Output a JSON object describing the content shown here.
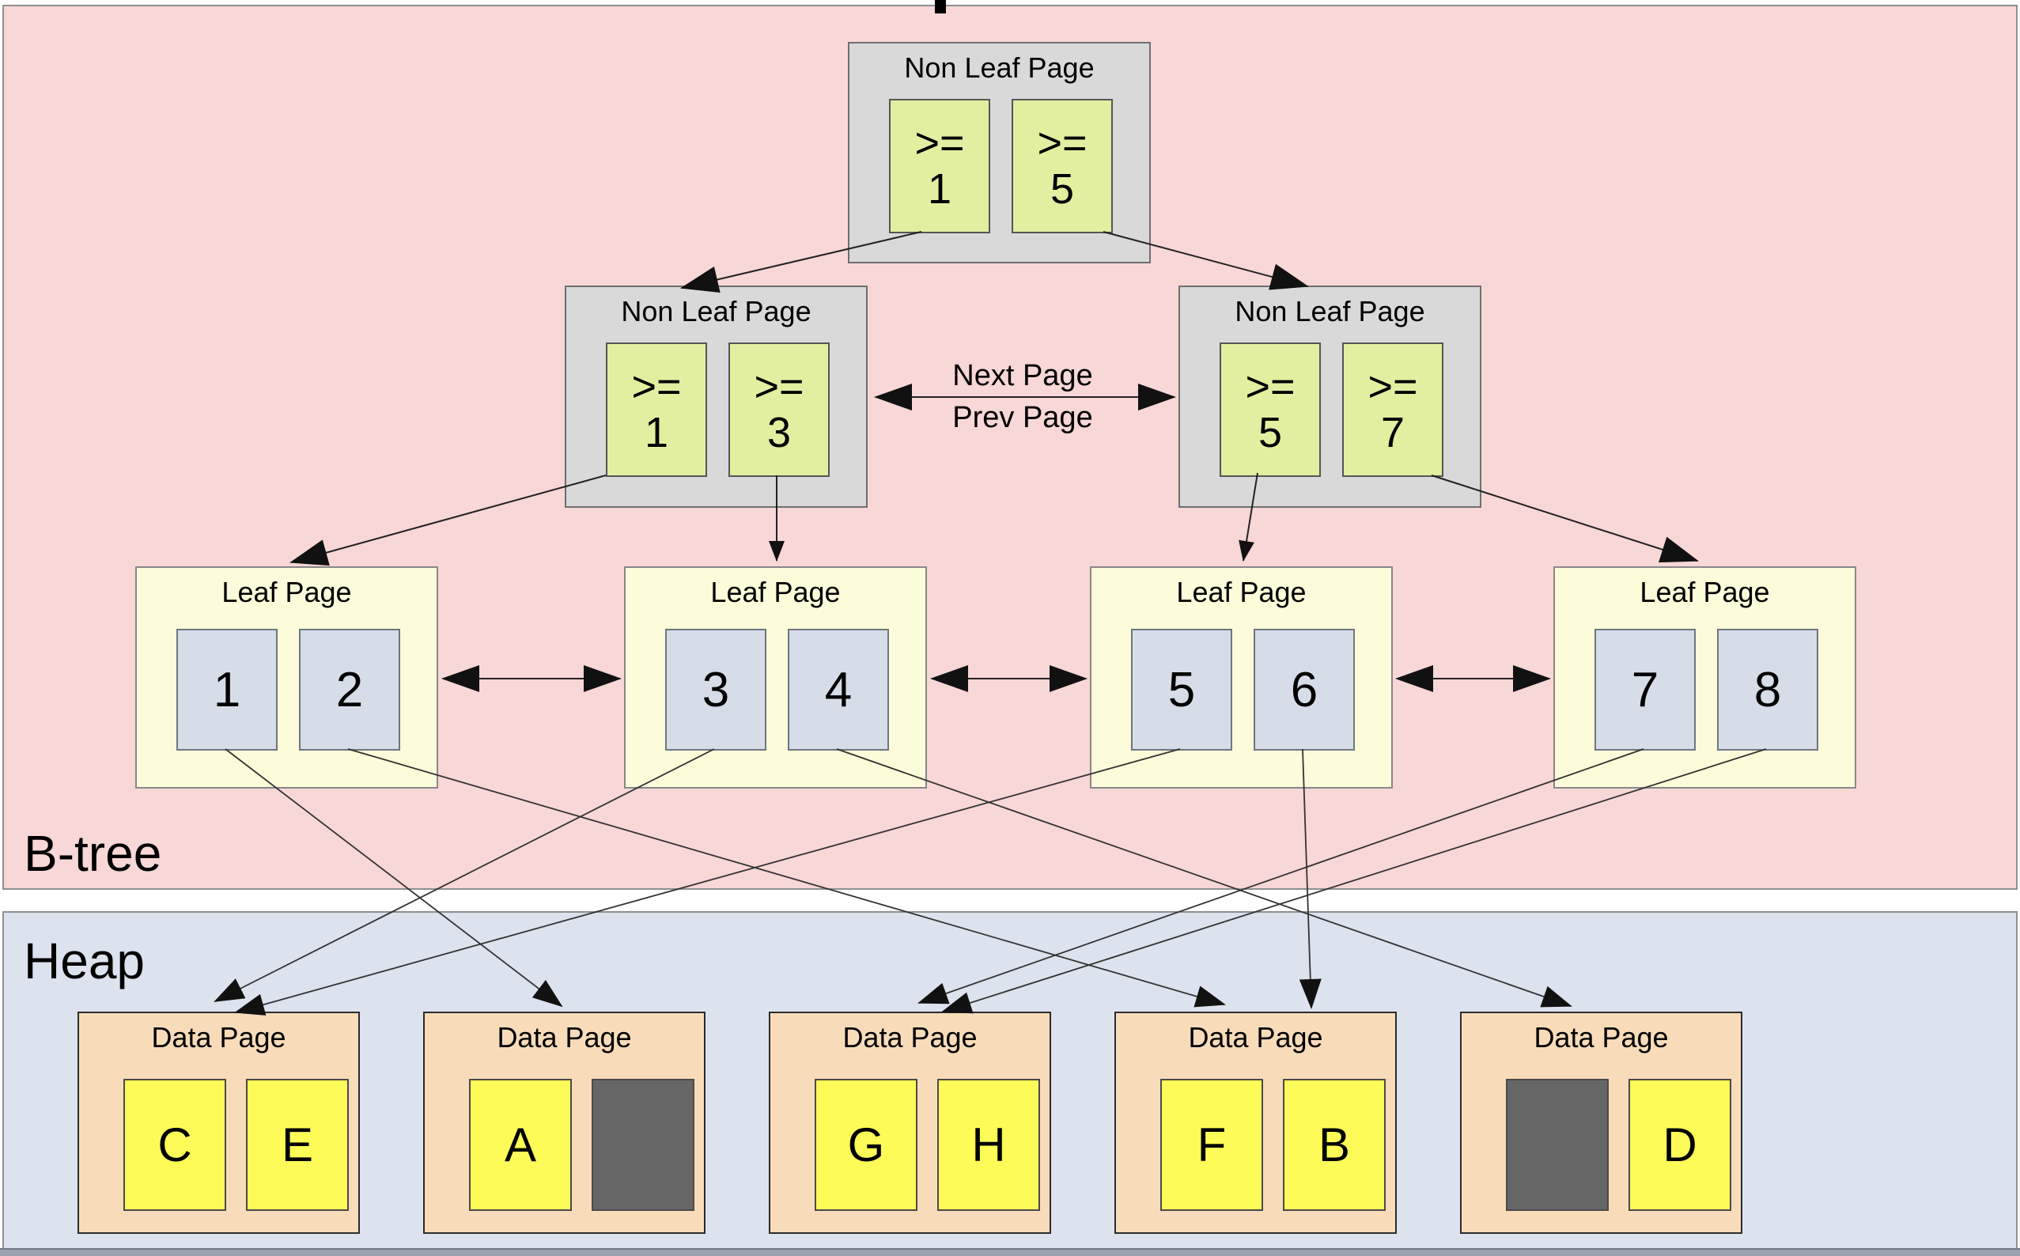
{
  "regions": {
    "btree": {
      "label": "B-tree",
      "bg_color": "#f8d7d7"
    },
    "heap": {
      "label": "Heap",
      "bg_color": "#dce2ee"
    }
  },
  "sibling_link_labels": {
    "next": "Next Page",
    "prev": "Prev Page"
  },
  "colors": {
    "non_leaf_page_bg": "#d9d9d9",
    "index_cell_bg": "#e2efa0",
    "leaf_page_bg": "#fcfcda",
    "leaf_cell_bg": "#d6dde8",
    "data_page_bg": "#f8dcba",
    "data_cell_bg": "#fdfb57",
    "empty_cell_bg": "#666666",
    "arrow_color": "#222222"
  },
  "nodes": {
    "root": {
      "title": "Non Leaf Page",
      "cells": [
        {
          "op": ">=",
          "value": "1"
        },
        {
          "op": ">=",
          "value": "5"
        }
      ]
    },
    "branch_left": {
      "title": "Non Leaf Page",
      "cells": [
        {
          "op": ">=",
          "value": "1"
        },
        {
          "op": ">=",
          "value": "3"
        }
      ]
    },
    "branch_right": {
      "title": "Non Leaf Page",
      "cells": [
        {
          "op": ">=",
          "value": "5"
        },
        {
          "op": ">=",
          "value": "7"
        }
      ]
    },
    "leaves": [
      {
        "title": "Leaf Page",
        "cells": [
          "1",
          "2"
        ]
      },
      {
        "title": "Leaf Page",
        "cells": [
          "3",
          "4"
        ]
      },
      {
        "title": "Leaf Page",
        "cells": [
          "5",
          "6"
        ]
      },
      {
        "title": "Leaf Page",
        "cells": [
          "7",
          "8"
        ]
      }
    ],
    "data_pages": [
      {
        "title": "Data Page",
        "cells": [
          "C",
          "E"
        ]
      },
      {
        "title": "Data Page",
        "cells": [
          "A",
          null
        ]
      },
      {
        "title": "Data Page",
        "cells": [
          "G",
          "H"
        ]
      },
      {
        "title": "Data Page",
        "cells": [
          "F",
          "B"
        ]
      },
      {
        "title": "Data Page",
        "cells": [
          null,
          "D"
        ]
      }
    ]
  },
  "connections": [
    {
      "from": "root cell >=1",
      "to": "non-leaf-page-left",
      "arrow": "single"
    },
    {
      "from": "root cell >=5",
      "to": "non-leaf-page-right",
      "arrow": "single"
    },
    {
      "from": "non-leaf-page-left",
      "to": "non-leaf-page-right",
      "arrow": "double",
      "label": "Next Page / Prev Page"
    },
    {
      "from": "non-leaf-left cell >=1",
      "to": "leaf-page-1",
      "arrow": "single"
    },
    {
      "from": "non-leaf-left cell >=3",
      "to": "leaf-page-2",
      "arrow": "single"
    },
    {
      "from": "non-leaf-right cell >=5",
      "to": "leaf-page-3",
      "arrow": "single"
    },
    {
      "from": "non-leaf-right cell >=7",
      "to": "leaf-page-4",
      "arrow": "single"
    },
    {
      "from": "leaf-page-1",
      "to": "leaf-page-2",
      "arrow": "double"
    },
    {
      "from": "leaf-page-2",
      "to": "leaf-page-3",
      "arrow": "double"
    },
    {
      "from": "leaf-page-3",
      "to": "leaf-page-4",
      "arrow": "double"
    },
    {
      "from": "leaf key 1",
      "to": "data page row A",
      "arrow": "single"
    },
    {
      "from": "leaf key 2",
      "to": "data page row B",
      "arrow": "single"
    },
    {
      "from": "leaf key 3",
      "to": "data page row C",
      "arrow": "single"
    },
    {
      "from": "leaf key 4",
      "to": "data page row D",
      "arrow": "single"
    },
    {
      "from": "leaf key 5",
      "to": "data page row E",
      "arrow": "single"
    },
    {
      "from": "leaf key 6",
      "to": "data page row F",
      "arrow": "single"
    },
    {
      "from": "leaf key 7",
      "to": "data page row G",
      "arrow": "single"
    },
    {
      "from": "leaf key 8",
      "to": "data page row H",
      "arrow": "single"
    }
  ]
}
